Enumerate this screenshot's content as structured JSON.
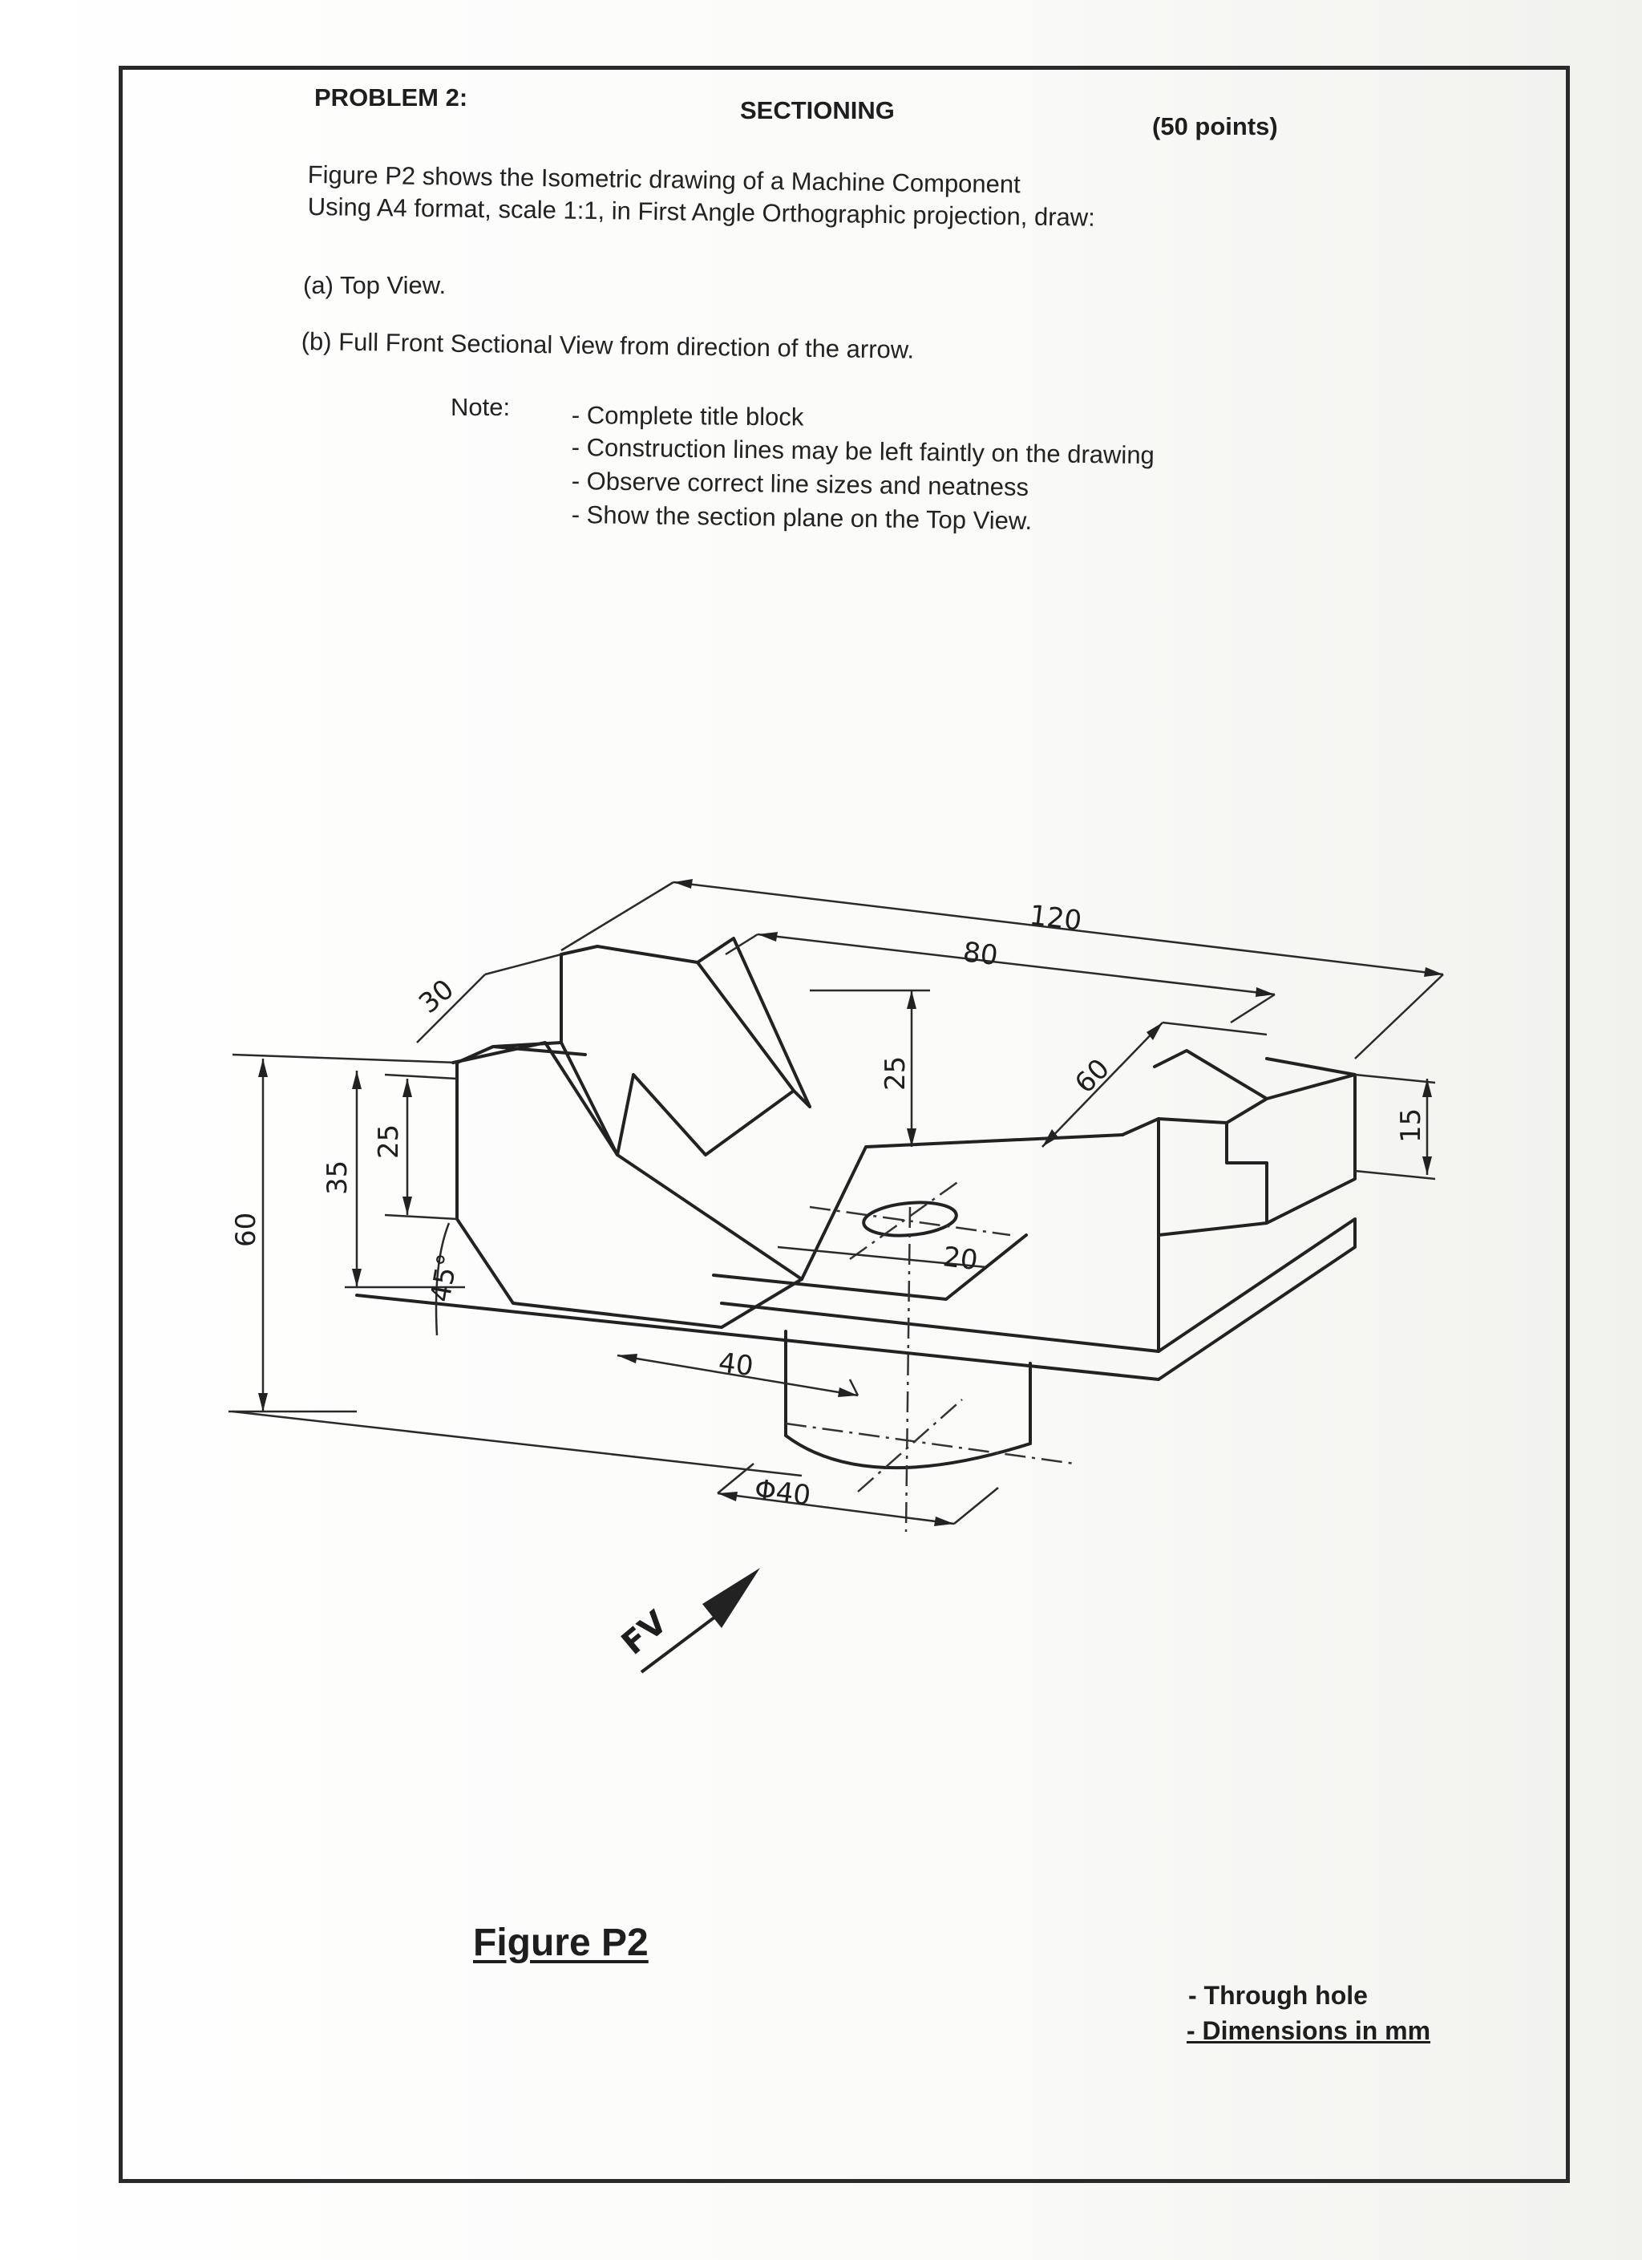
{
  "header": {
    "problem": "PROBLEM 2:",
    "topic": "SECTIONING",
    "points": "(50 points)"
  },
  "intro": {
    "line1": "Figure P2 shows the Isometric drawing of a  Machine Component",
    "line2": "Using A4 format, scale 1:1, in First Angle Orthographic projection, draw:"
  },
  "tasks": [
    "(a)  Top  View.",
    "(b)  Full Front Sectional View from direction of the arrow."
  ],
  "note": {
    "label": "Note:",
    "items": [
      "- Complete title block",
      "- Construction lines may be left faintly on the drawing",
      "- Observe correct line sizes and neatness",
      "- Show the section plane on the Top View."
    ]
  },
  "drawing": {
    "dims": {
      "d120": "120",
      "d80": "80",
      "d30": "30",
      "d25_upper": "25",
      "d60_right": "60",
      "d15": "15",
      "d60_left": "60",
      "d35": "35",
      "d25_left": "25",
      "d45": "45°",
      "d20": "20",
      "d40": "40",
      "dphi40": "Φ40"
    },
    "view_arrow_label": "FV"
  },
  "figure_title": "Figure P2",
  "remarks": {
    "through_hole": "- Through hole",
    "dimensions": "- Dimensions in mm"
  }
}
